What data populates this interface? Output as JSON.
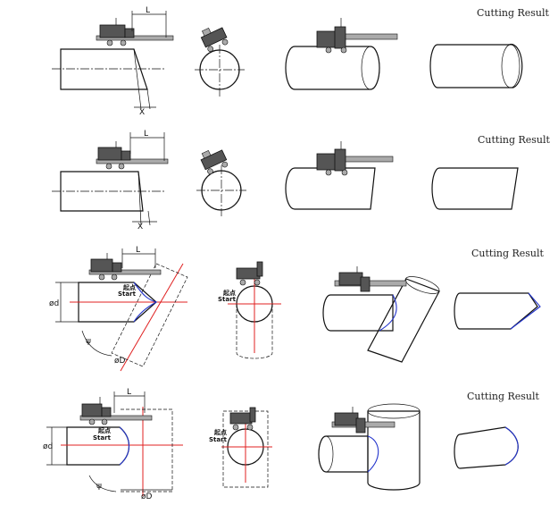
{
  "labels": {
    "cutting_result_1": "Cutting Result",
    "cutting_result_2": "Cutting Result",
    "cutting_result_3": "Cutting Result",
    "cutting_result_4": "Cutting Result",
    "L1": "L",
    "L2": "L",
    "L3": "L",
    "L4": "L",
    "X1": "X",
    "X2": "X",
    "od_d3": "ød",
    "od_d4": "ød",
    "od_D3": "øD",
    "od_D4": "øD",
    "psi3": "ψ",
    "psi4": "ψ",
    "start_cn": "起点",
    "start": "Start"
  },
  "colors": {
    "accent_red": "#e02020",
    "accent_blue": "#2233cc",
    "ink": "#111111"
  }
}
